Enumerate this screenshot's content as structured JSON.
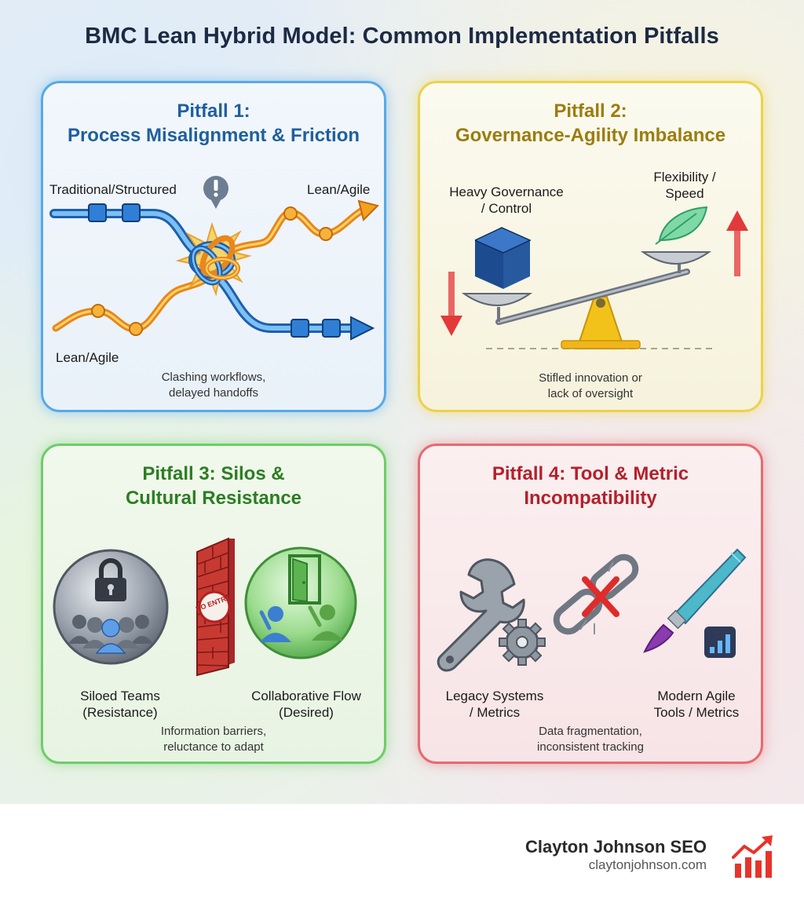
{
  "title": "BMC Lean Hybrid Model: Common Implementation Pitfalls",
  "colors": {
    "pitfall1": "#1f5f9e",
    "pitfall2": "#9b7d0f",
    "pitfall3": "#2c7d24",
    "pitfall4": "#b3212b",
    "structured_flow": "#2f7fd6",
    "agile_flow": "#f3a11e"
  },
  "pitfalls": [
    {
      "title_line1": "Pitfall 1:",
      "title_line2": "Process Misalignment & Friction",
      "labels": {
        "structured": "Traditional/Structured",
        "agile_top": "Lean/Agile",
        "agile_bottom": "Lean/Agile"
      },
      "icons": [
        "alert-icon",
        "knot-icon"
      ],
      "caption_line1": "Clashing workflows,",
      "caption_line2": "delayed handoffs"
    },
    {
      "title_line1": "Pitfall 2:",
      "title_line2": "Governance-Agility Imbalance",
      "labels": {
        "heavy_line1": "Heavy Governance",
        "heavy_line2": "/ Control",
        "flex_line1": "Flexibility /",
        "flex_line2": "Speed"
      },
      "icons": [
        "cube-icon",
        "feather-icon",
        "arrow-down-icon",
        "arrow-up-icon",
        "seesaw-icon"
      ],
      "caption_line1": "Stifled innovation or",
      "caption_line2": "lack of oversight"
    },
    {
      "title_line1": "Pitfall 3: Silos &",
      "title_line2": "Cultural Resistance",
      "labels": {
        "siloed_line1": "Siloed Teams",
        "siloed_line2": "(Resistance)",
        "collab_line1": "Collaborative Flow",
        "collab_line2": "(Desired)",
        "wall_sign": "NO ENTRY"
      },
      "icons": [
        "lock-icon",
        "brick-wall-icon",
        "open-door-icon",
        "team-icon"
      ],
      "caption_line1": "Information barriers,",
      "caption_line2": "reluctance to adapt"
    },
    {
      "title_line1": "Pitfall 4: Tool & Metric",
      "title_line2": "Incompatibility",
      "labels": {
        "legacy_line1": "Legacy Systems",
        "legacy_line2": "/ Metrics",
        "modern_line1": "Modern Agile",
        "modern_line2": "Tools / Metrics"
      },
      "icons": [
        "wrench-icon",
        "gear-icon",
        "broken-link-icon",
        "paintbrush-icon",
        "bar-chart-icon"
      ],
      "caption_line1": "Data fragmentation,",
      "caption_line2": "inconsistent tracking"
    }
  ],
  "footer": {
    "brand": "Clayton Johnson SEO",
    "url": "claytonjohnson.com",
    "logo_icon": "growth-chart-icon"
  }
}
